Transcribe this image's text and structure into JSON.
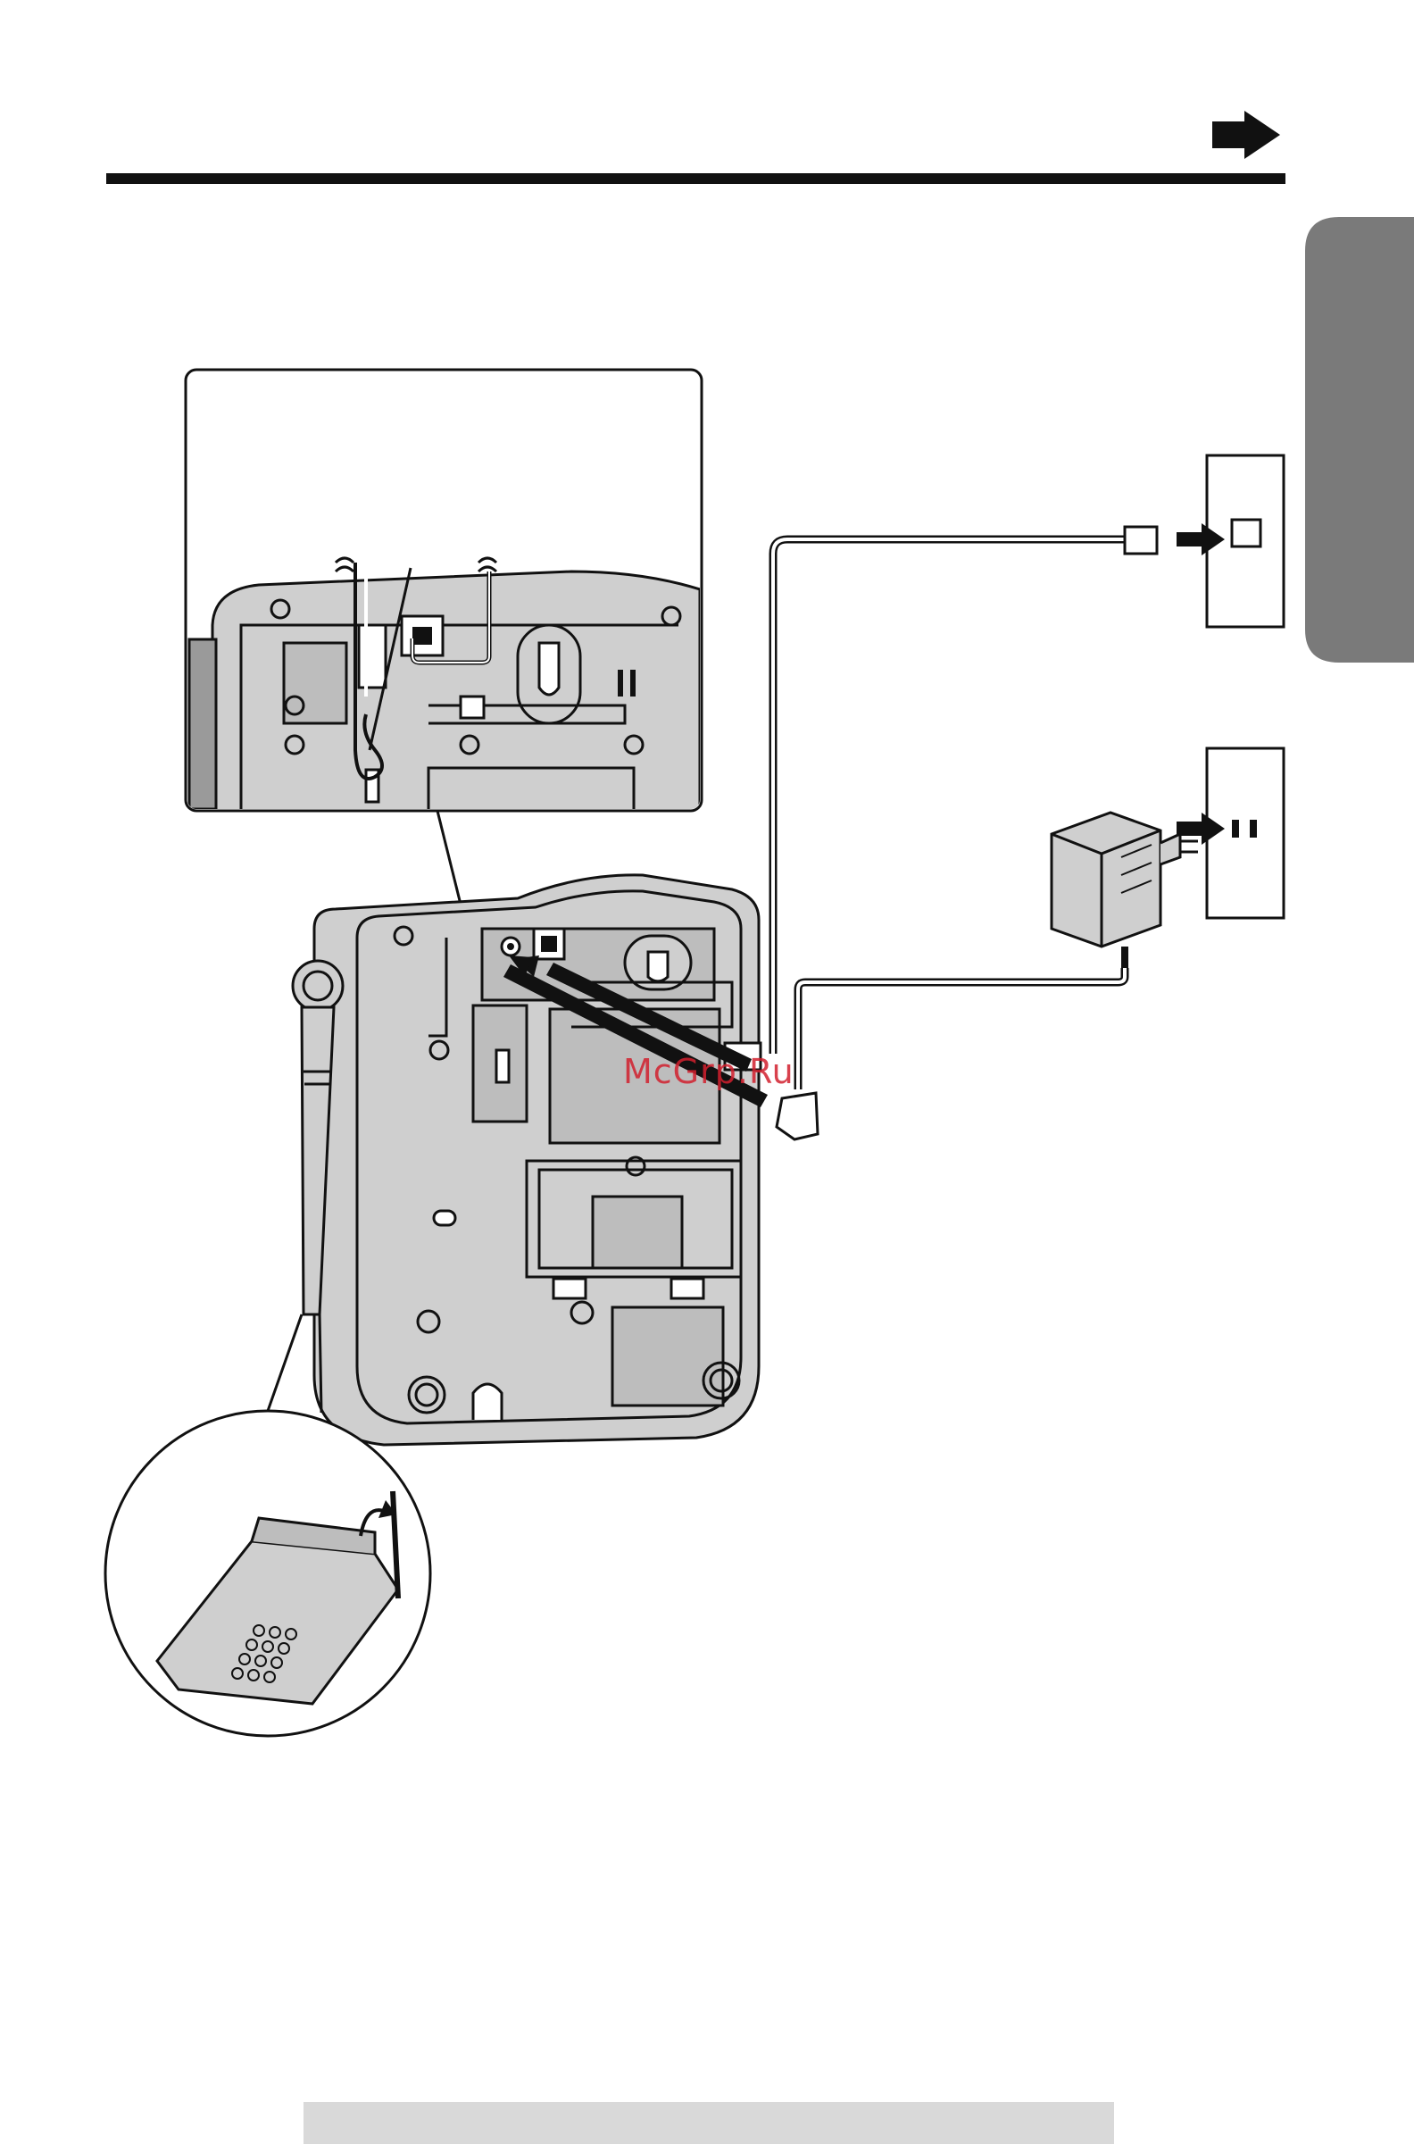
{
  "page": {
    "watermark": "McGrp.Ru",
    "next_page_arrow_icon": "arrow-right-icon",
    "section_tab_color": "#7a7a7a",
    "rule_color": "#111111",
    "device_fill": "#cfcfcf",
    "footer_bar_color": "#d9d9d9"
  },
  "figure": {
    "inset_detail": "cord-hook-detail",
    "antenna_inset": "antenna-raise-detail",
    "wall_jacks": [
      "telephone-wall-jack",
      "power-outlet"
    ]
  }
}
